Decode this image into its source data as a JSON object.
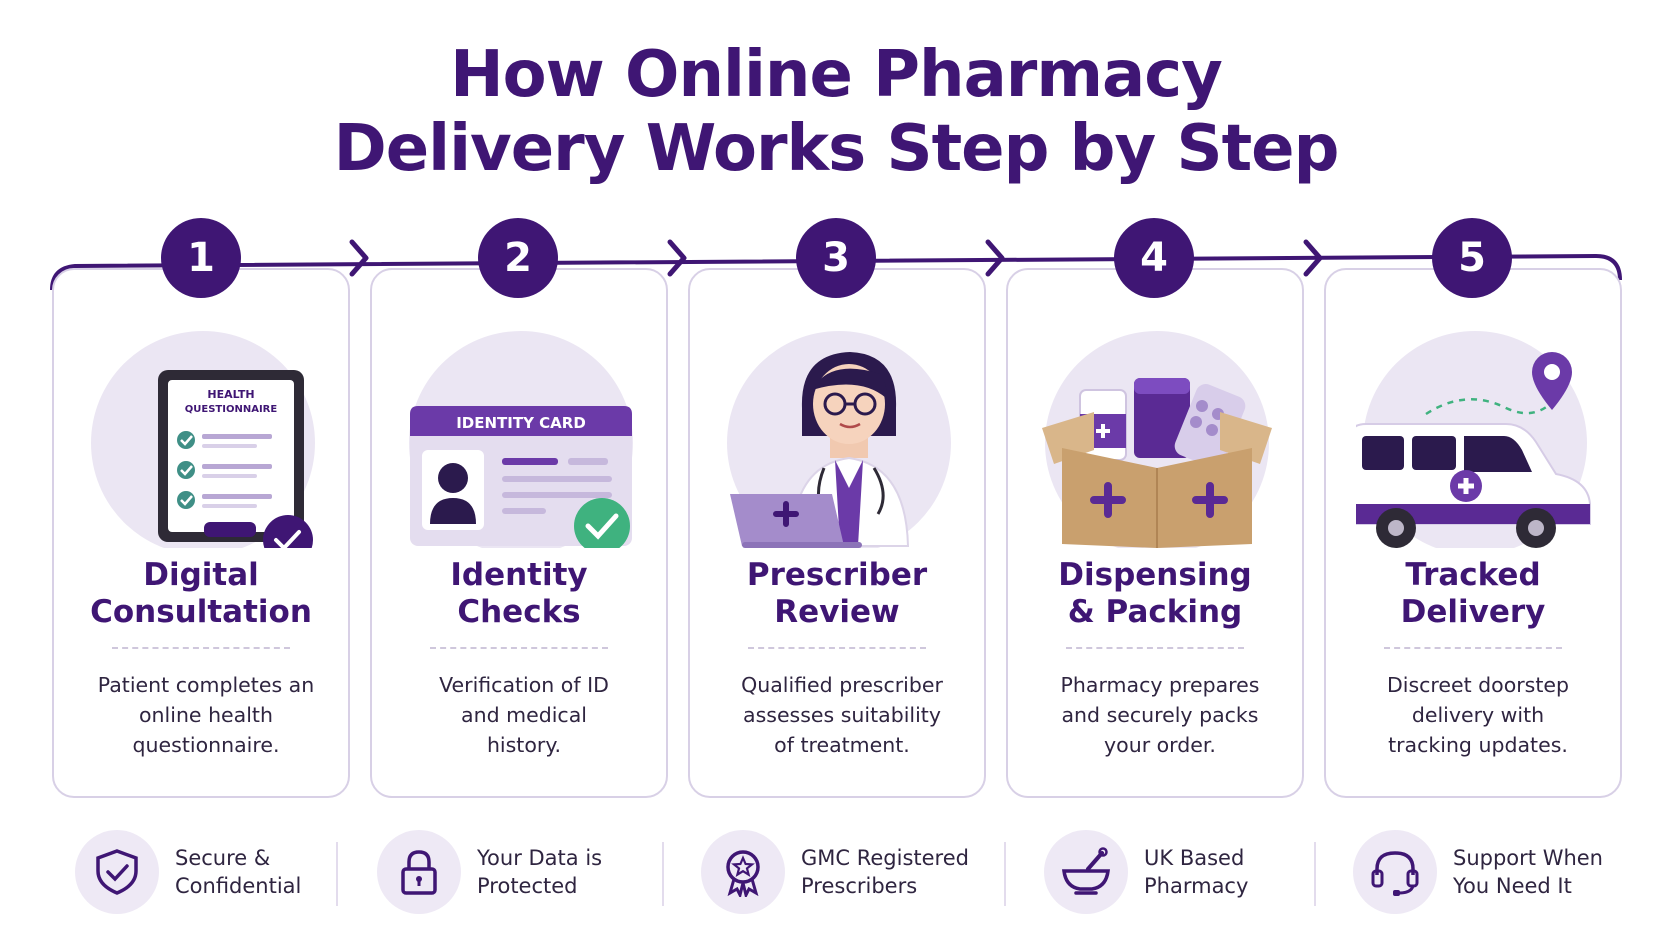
{
  "title": {
    "line1": "How Online Pharmacy",
    "line2": "Delivery Works Step by Step"
  },
  "colors": {
    "primary": "#3f1674",
    "accent": "#6b3aa8",
    "light": "#e9e3f3",
    "green": "#3fb27f",
    "box": "#c9a67a"
  },
  "steps": [
    {
      "number": "1",
      "title_line1": "Digital",
      "title_line2": "Consultation",
      "desc_line1": "Patient completes an",
      "desc_line2": "online health",
      "desc_line3": "questionnaire.",
      "illustration": {
        "label_line1": "HEALTH",
        "label_line2": "QUESTIONNAIRE",
        "icon": "tablet-checklist-icon"
      }
    },
    {
      "number": "2",
      "title_line1": "Identity",
      "title_line2": "Checks",
      "desc_line1": "Verification of ID",
      "desc_line2": "and medical",
      "desc_line3": "history.",
      "illustration": {
        "label": "IDENTITY CARD",
        "icon": "id-card-icon"
      }
    },
    {
      "number": "3",
      "title_line1": "Prescriber",
      "title_line2": "Review",
      "desc_line1": "Qualified prescriber",
      "desc_line2": "assesses suitability",
      "desc_line3": "of treatment.",
      "illustration": {
        "icon": "doctor-laptop-icon"
      }
    },
    {
      "number": "4",
      "title_line1": "Dispensing",
      "title_line2": "& Packing",
      "desc_line1": "Pharmacy prepares",
      "desc_line2": "and securely packs",
      "desc_line3": "your order.",
      "illustration": {
        "icon": "medicine-box-icon"
      }
    },
    {
      "number": "5",
      "title_line1": "Tracked",
      "title_line2": "Delivery",
      "desc_line1": "Discreet doorstep",
      "desc_line2": "delivery with",
      "desc_line3": "tracking updates.",
      "illustration": {
        "icon": "delivery-van-icon"
      }
    }
  ],
  "badges": [
    {
      "icon": "shield-check-icon",
      "line1": "Secure &",
      "line2": "Confidential"
    },
    {
      "icon": "padlock-icon",
      "line1": "Your Data is",
      "line2": "Protected"
    },
    {
      "icon": "award-star-icon",
      "line1": "GMC Registered",
      "line2": "Prescribers"
    },
    {
      "icon": "mortar-pestle-icon",
      "line1": "UK Based",
      "line2": "Pharmacy"
    },
    {
      "icon": "headset-icon",
      "line1": "Support When",
      "line2": "You Need It"
    }
  ]
}
